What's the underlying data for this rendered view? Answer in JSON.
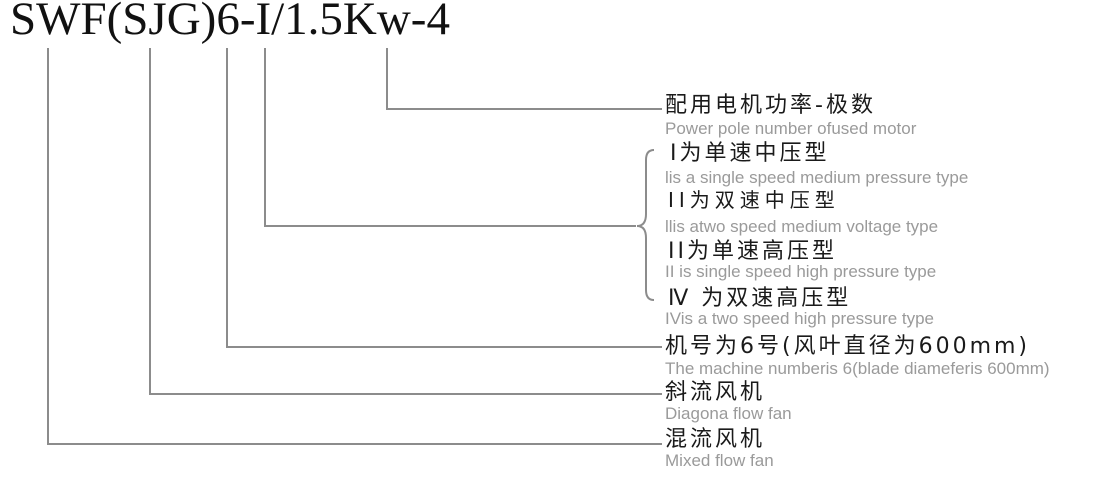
{
  "model_code": "SWF(SJG)6-I/1.5Kw-4",
  "motor": {
    "cn": "配用电机功率-极数",
    "en": "Power pole number ofused motor"
  },
  "pressure_types": [
    {
      "cn": "I为单速中压型",
      "en": "lis a single speed medium pressure type"
    },
    {
      "cn": "II为双速中压型",
      "en": "llis atwo speed medium voltage type"
    },
    {
      "cn": "II为单速高压型",
      "en": "II is single speed high pressure type"
    },
    {
      "cn": "Ⅳ 为双速高压型",
      "en": "IVis a two speed high pressure type"
    }
  ],
  "machine_number": {
    "cn": "机号为6号(风叶直径为600mm)",
    "en": "The machine numberis 6(blade diameferis 600mm)"
  },
  "diagonal_fan": {
    "cn": "斜流风机",
    "en": "Diagona flow fan"
  },
  "mixed_fan": {
    "cn": "混流风机",
    "en": "Mixed flow fan"
  },
  "colors": {
    "connector": "#8c8c8c",
    "primary_text": "#1a1a1a",
    "secondary_text": "#9a9a9a"
  }
}
